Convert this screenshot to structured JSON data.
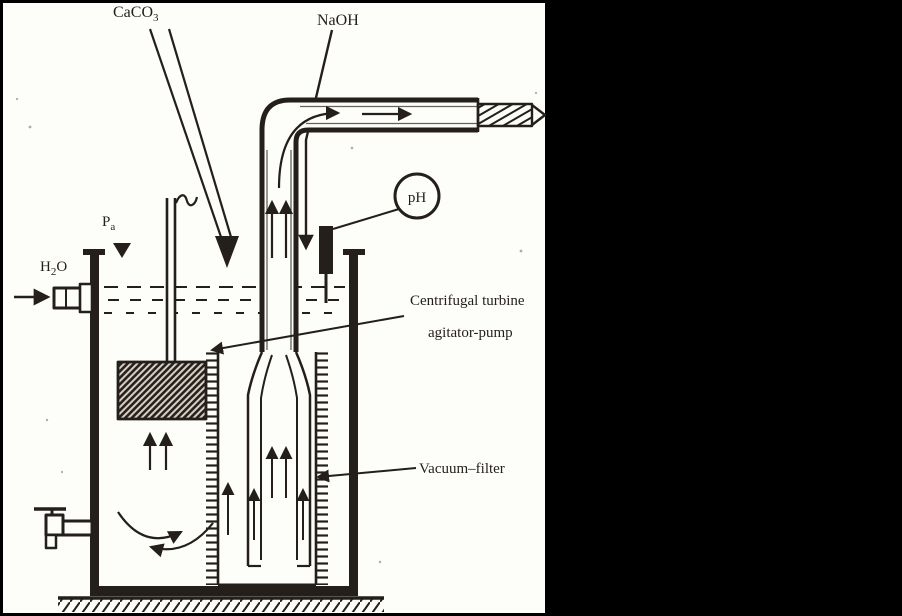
{
  "colors": {
    "ink": "#241f1b",
    "paper": "#fdfdf9",
    "matte": "#000000"
  },
  "labels": {
    "caco3_main": "CaCO",
    "caco3_sub": "3",
    "naoh": "NaOH",
    "ph": "pH",
    "pa_main": "P",
    "pa_sub": "a",
    "h2o_h": "H",
    "h2o_sub": "2",
    "h2o_o": "O",
    "centrifugal_line1": "Centrifugal turbine",
    "centrifugal_line2": "agitator-pump",
    "vacuum_filter": "Vacuum–filter"
  }
}
